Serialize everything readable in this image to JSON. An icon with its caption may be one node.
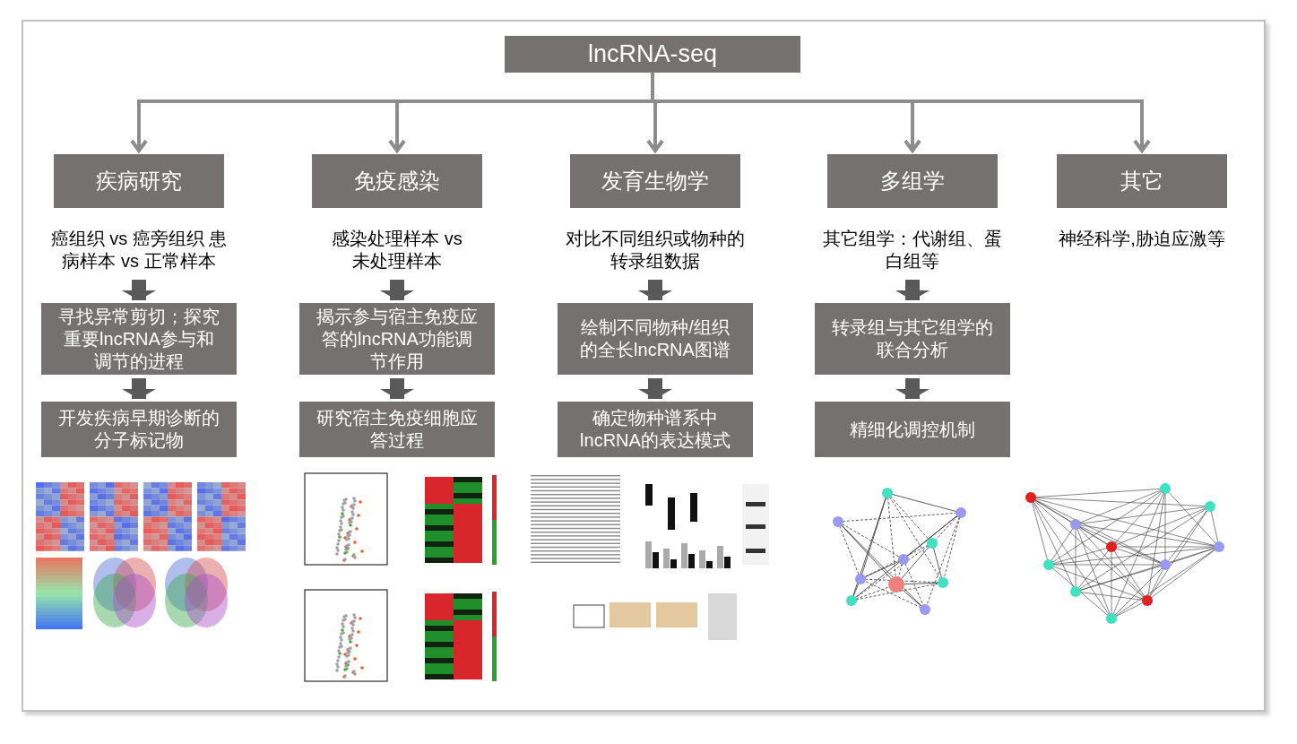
{
  "diagram": {
    "nodes": [
      {
        "text": [
          "lncRNA-seq"
        ]
      },
      {
        "text": [
          "疾病研究"
        ]
      },
      {
        "text": [
          "免疫感染"
        ]
      },
      {
        "text": [
          "发育生物学"
        ]
      },
      {
        "text": [
          "多组学"
        ]
      },
      {
        "text": [
          "其它"
        ]
      },
      {
        "text": [
          "癌组织 vs 癌旁组织 患病样本 vs 正常样本"
        ]
      },
      {
        "text": [
          "寻找异常剪切；探究重要lncRNA参与和调节的进程"
        ]
      },
      {
        "text": [
          "开发疾病早期诊断的分子标记物"
        ]
      },
      {
        "text": [
          "感染处理样本 vs 未处理样本"
        ]
      },
      {
        "text": [
          "揭示参与宿主免疫应答的lncRNA功能调节作用"
        ]
      },
      {
        "text": [
          "研究宿主免疫细胞应答过程"
        ]
      },
      {
        "text": [
          "对比不同组织或物种的转录组数据"
        ]
      },
      {
        "text": [
          "绘制不同物种/组织的全长lncRNA图谱"
        ]
      },
      {
        "text": [
          "确定物种谱系中lncRNA的表达模式"
        ]
      },
      {
        "text": [
          "其它组学：代谢组、蛋白组等"
        ]
      },
      {
        "text": [
          "转录组与其它组学的联合分析"
        ]
      },
      {
        "text": [
          "精细化调控机制"
        ]
      },
      {
        "text": [
          "神经科学,胁迫应激等"
        ]
      }
    ],
    "edges": [
      {
        "from": 0,
        "to": 1,
        "arrow": "to"
      },
      {
        "from": 0,
        "to": 2,
        "arrow": "to"
      },
      {
        "from": 0,
        "to": 3,
        "arrow": "to"
      },
      {
        "from": 0,
        "to": 4,
        "arrow": "to"
      },
      {
        "from": 0,
        "to": 5,
        "arrow": "to"
      },
      {
        "from": 6,
        "to": 7,
        "arrow": "to"
      },
      {
        "from": 7,
        "to": 8,
        "arrow": "to"
      },
      {
        "from": 9,
        "to": 10,
        "arrow": "to"
      },
      {
        "from": 10,
        "to": 11,
        "arrow": "to"
      },
      {
        "from": 12,
        "to": 13,
        "arrow": "to"
      },
      {
        "from": 13,
        "to": 14,
        "arrow": "to"
      },
      {
        "from": 15,
        "to": 16,
        "arrow": "to"
      },
      {
        "from": 16,
        "to": 17,
        "arrow": "to"
      }
    ]
  }
}
